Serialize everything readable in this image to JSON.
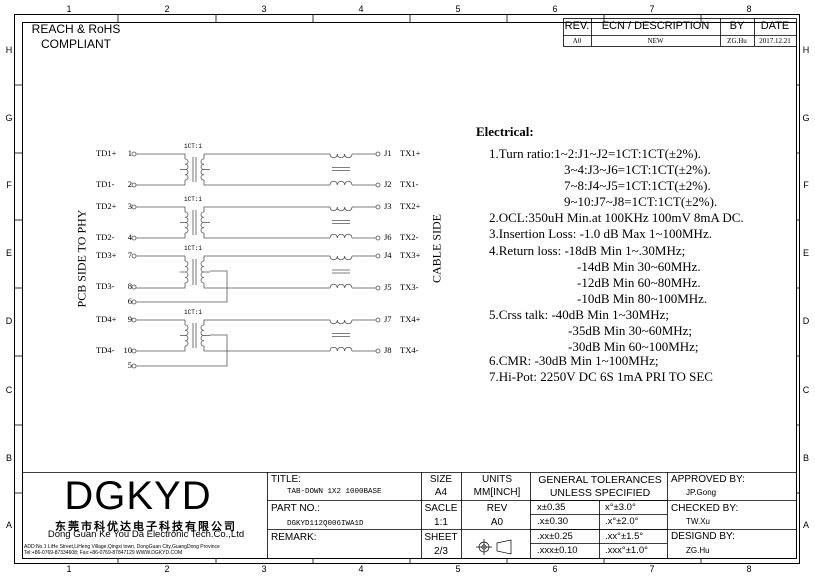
{
  "zones": {
    "top": [
      "1",
      "2",
      "3",
      "4",
      "5",
      "6",
      "7",
      "8"
    ],
    "bottom": [
      "1",
      "2",
      "3",
      "4",
      "5",
      "6",
      "7",
      "8"
    ],
    "left": [
      "H",
      "G",
      "F",
      "E",
      "D",
      "C",
      "B",
      "A"
    ],
    "right": [
      "H",
      "G",
      "F",
      "E",
      "D",
      "C",
      "B",
      "A"
    ]
  },
  "compliance": [
    "REACH & RoHS",
    "COMPLIANT"
  ],
  "revision_table": {
    "headers": [
      "REV.",
      "ECN / DESCRIPTION",
      "BY",
      "DATE"
    ],
    "row": [
      "A0",
      "NEW",
      "ZG.Hu",
      "2017.12.21"
    ]
  },
  "schematic": {
    "side_left": "PCB SIDE TO PHY",
    "side_right": "CABLE SIDE",
    "ct_label": "1CT:1",
    "left_pins": [
      {
        "name": "TD1+",
        "num": "1"
      },
      {
        "name": "TD1-",
        "num": "2"
      },
      {
        "name": "TD2+",
        "num": "3"
      },
      {
        "name": "TD2-",
        "num": "4"
      },
      {
        "name": "TD3+",
        "num": "7"
      },
      {
        "name": "TD3-",
        "num": "8"
      },
      {
        "name": "",
        "num": "6"
      },
      {
        "name": "TD4+",
        "num": "9"
      },
      {
        "name": "TD4-",
        "num": "10"
      },
      {
        "name": "",
        "num": "5"
      }
    ],
    "right_pins": [
      {
        "pin": "J1",
        "name": "TX1+"
      },
      {
        "pin": "J2",
        "name": "TX1-"
      },
      {
        "pin": "J3",
        "name": "TX2+"
      },
      {
        "pin": "J6",
        "name": "TX2-"
      },
      {
        "pin": "J4",
        "name": "TX3+"
      },
      {
        "pin": "J5",
        "name": "TX3-"
      },
      {
        "pin": "J7",
        "name": "TX4+"
      },
      {
        "pin": "J8",
        "name": "TX4-"
      }
    ]
  },
  "electrical": {
    "heading": "Electrical:",
    "lines": [
      "1.Turn ratio:1~2:J1~J2=1CT:1CT(±2%).",
      "3~4:J3~J6=1CT:1CT(±2%).",
      "7~8:J4~J5=1CT:1CT(±2%).",
      "9~10:J7~J8=1CT:1CT(±2%).",
      "2.OCL:350uH Min.at 100KHz 100mV 8mA DC.",
      "3.Insertion Loss: -1.0 dB Max 1~100MHz.",
      "4.Return loss: -18dB Min 1~.30MHz;",
      "-14dB Min 30~60MHz.",
      "-12dB Min 60~80MHz.",
      "-10dB Min 80~100MHz.",
      "5.Crss talk: -40dB Min 1~30MHz;",
      "-35dB Min 30~60MHz;",
      "-30dB Min 60~100MHz;",
      "6.CMR: -30dB Min 1~100MHz;",
      "7.Hi-Pot: 2250V DC 6S 1mA PRI TO SEC"
    ]
  },
  "title_block": {
    "logo": "DGKYD",
    "company_cn": "东莞市科优达电子科技有限公司",
    "company_en": "Dong Guan Ke You Da Electronic Tech.Co.,Ltd",
    "address": "ADD:No.1 LiHe Street,LiHeng Village,Qingxi town, DongGuan City,GuangDong Province",
    "contact": "Tel:+86-0769-87334608; Fax:+86-0769-87847129  WWW.DGKYD.COM",
    "title_label": "TITLE:",
    "title_value": "TAB-DOWN 1X2 1000BASE",
    "part_label": "PART NO.:",
    "part_value": "DGKYD112Q006IWA1D",
    "remark_label": "REMARK:",
    "size_label": "SIZE",
    "size_value": "A4",
    "scale_label": "SACLE",
    "scale_value": "1:1",
    "sheet_label": "SHEET",
    "sheet_value": "2/3",
    "units_label": "UNITS",
    "units_value": "MM[INCH]",
    "rev_label": "REV",
    "rev_value": "A0",
    "tol_title_1": "GENERAL TOLERANCES",
    "tol_title_2": "UNLESS SPECIFIED",
    "tolerances": [
      [
        "x±0.35",
        "x°±3.0°"
      ],
      [
        ".x±0.30",
        ".x°±2.0°"
      ],
      [
        ".xx±0.25",
        ".xx°±1.5°"
      ],
      [
        ".xxx±0.10",
        ".xxx°±1.0°"
      ]
    ],
    "approved_label": "APPROVED BY:",
    "approved_value": "JP.Gong",
    "checked_label": "CHECKED BY:",
    "checked_value": "TW.Xu",
    "designed_label": "DESIGND BY:",
    "designed_value": "ZG.Hu"
  }
}
